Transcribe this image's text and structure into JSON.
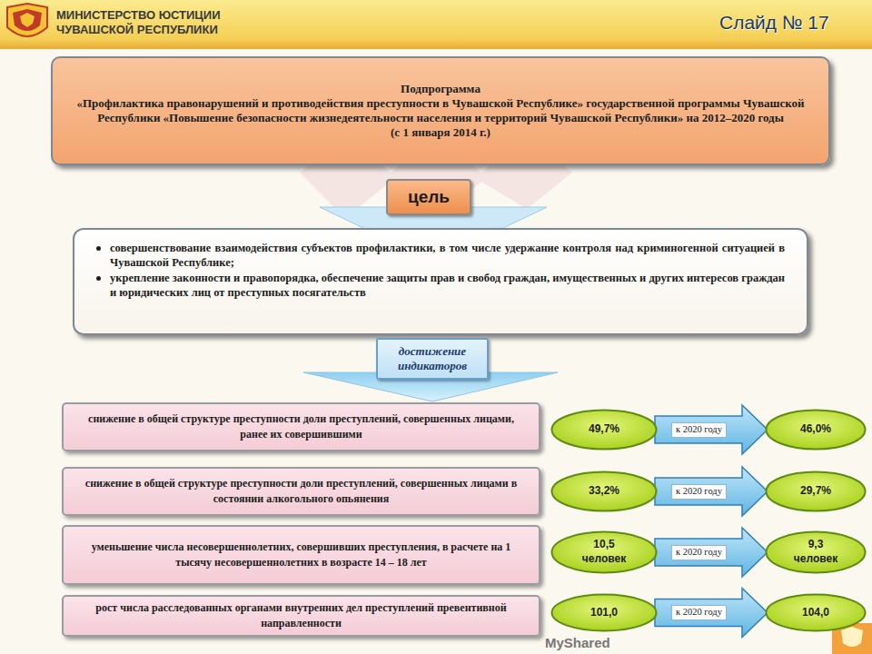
{
  "diagram": {
    "nodes": [
      {
        "text": [
          "Подпрограмма",
          "«Профилактика правонарушений и противодействия преступности в Чувашской Республике» государственной программы Чувашской Республики «Повышение безопасности жизнедеятельности населения и территорий Чувашской Республики» на 2012–2020 годы",
          "(с 1 января 2014 г.)"
        ]
      },
      {
        "text": [
          "цель"
        ]
      },
      {
        "text": [
          "совершенствование взаимодействия субъектов профилактики, в том числе удержание контроля над криминогенной ситуацией в Чувашской Республике;",
          "укрепление законности и правопорядка, обеспечение защиты прав и свобод граждан, имущественных и других интересов граждан и юридических лиц от преступных посягательств"
        ]
      },
      {
        "text": [
          "достижение индикаторов"
        ]
      },
      {
        "text": [
          "снижение в общей структуре преступности доли преступлений, совершенных лицами, ранее их совершившими"
        ]
      },
      {
        "text": [
          "49,7%"
        ]
      },
      {
        "text": [
          "46,0%"
        ]
      },
      {
        "text": [
          "снижение в общей структуре преступности доли преступлений, совершенных лицами в состоянии алкогольного опьянения"
        ]
      },
      {
        "text": [
          "33,2%"
        ]
      },
      {
        "text": [
          "29,7%"
        ]
      },
      {
        "text": [
          "уменьшение числа несовершеннолетних, совершивших преступления, в расчете на 1 тысячу несовершеннолетних в возрасте 14 – 18 лет"
        ]
      },
      {
        "text": [
          "10,5 человек"
        ]
      },
      {
        "text": [
          "9,3 человек"
        ]
      },
      {
        "text": [
          "рост числа расследованных органами внутренних дел преступлений превентивной направленности"
        ]
      },
      {
        "text": [
          "101,0"
        ]
      },
      {
        "text": [
          "104,0"
        ]
      }
    ],
    "edges": [
      {
        "from": 5,
        "to": 6,
        "arrow": "to",
        "label": "к 2020 году"
      },
      {
        "from": 8,
        "to": 9,
        "arrow": "to",
        "label": "к 2020 году"
      },
      {
        "from": 11,
        "to": 12,
        "arrow": "to",
        "label": "к 2020 году"
      },
      {
        "from": 14,
        "to": 15,
        "arrow": "to",
        "label": "к 2020 году"
      }
    ],
    "labels": [
      "МИНИСТЕРСТВО ЮСТИЦИИ ЧУВАШСКОЙ РЕСПУБЛИКИ",
      "Слайд № 17",
      "MyShared"
    ]
  }
}
